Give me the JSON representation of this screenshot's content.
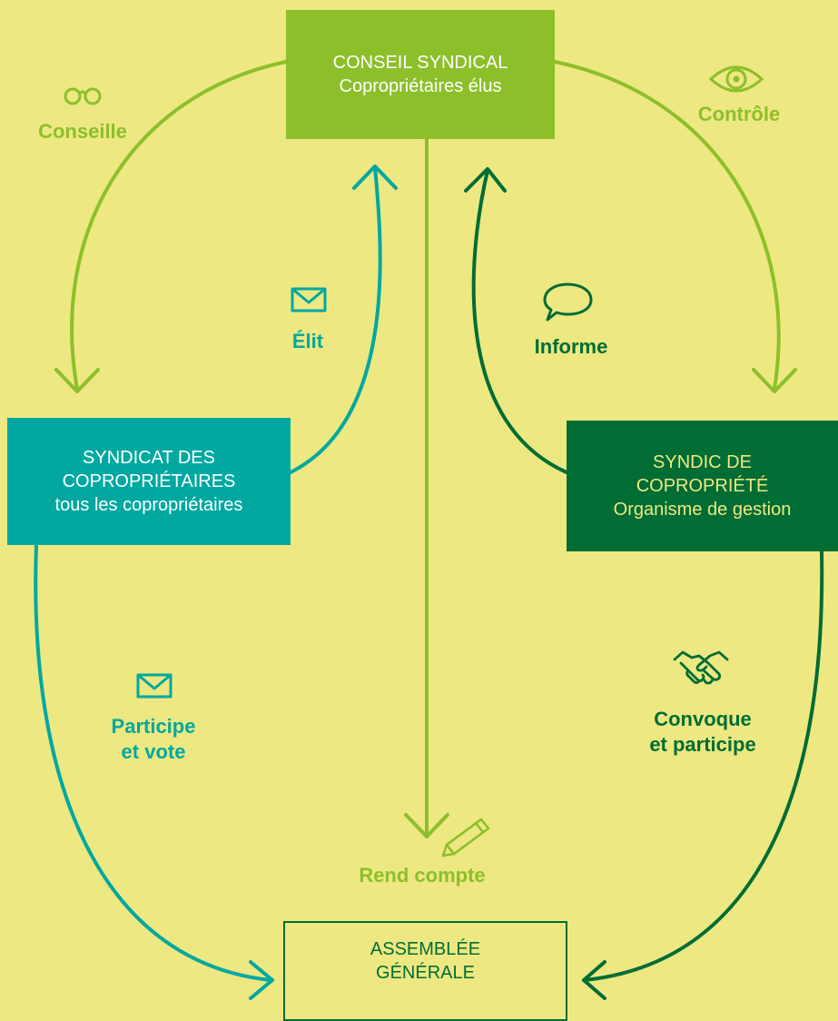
{
  "colors": {
    "background": "#ede882",
    "light_green": "#8dbf2b",
    "teal": "#00a8a0",
    "dark_green": "#006d35"
  },
  "nodes": {
    "conseil": {
      "line1": "CONSEIL SYNDICAL",
      "line2": "Copropriétaires élus"
    },
    "syndicat": {
      "line1": "SYNDICAT DES",
      "line2": "COPROPRIÉTAIRES",
      "line3": "tous les copropriétaires"
    },
    "syndic": {
      "line1": "SYNDIC DE",
      "line2": "COPROPRIÉTÉ",
      "line3": "Organisme de gestion"
    },
    "assemblee": {
      "line1": "ASSEMBLÉE",
      "line2": "GÉNÉRALE"
    }
  },
  "relations": {
    "conseille": {
      "label": "Conseille",
      "icon": "glasses-icon"
    },
    "controle": {
      "label": "Contrôle",
      "icon": "eye-icon"
    },
    "elit": {
      "label": "Élit",
      "icon": "envelope-icon"
    },
    "informe": {
      "label": "Informe",
      "icon": "speech-bubble-icon"
    },
    "participe": {
      "line1": "Participe",
      "line2": "et vote",
      "icon": "envelope-icon"
    },
    "convoque": {
      "line1": "Convoque",
      "line2": "et participe",
      "icon": "handshake-icon"
    },
    "rend_compte": {
      "label": "Rend compte",
      "icon": "pencil-icon"
    }
  }
}
